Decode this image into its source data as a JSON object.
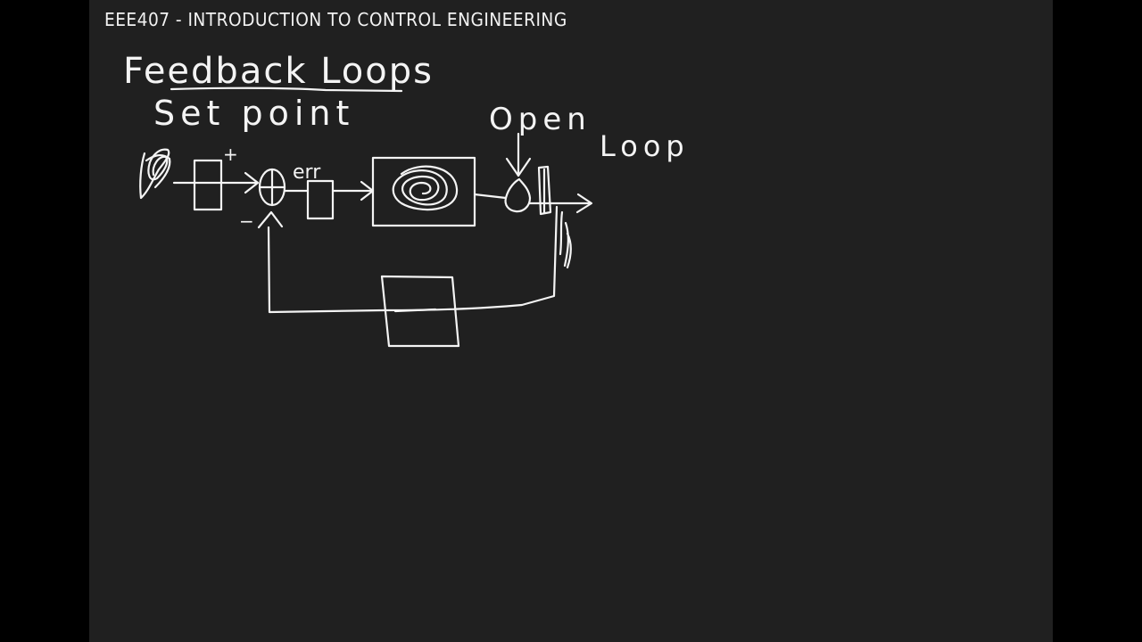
{
  "header": {
    "title": "EEE407 - INTRODUCTION TO CONTROL ENGINEERING"
  },
  "notes": {
    "heading": "Feedback Loops",
    "set_point": "Set point",
    "open_word": "Open",
    "loop_word": "Loop"
  },
  "diagram": {
    "plus_sign": "+",
    "minus_sign": "−",
    "error_label": "err"
  },
  "colors": {
    "background": "#202020",
    "ink": "#f4f4f4",
    "letterbox": "#000000"
  }
}
